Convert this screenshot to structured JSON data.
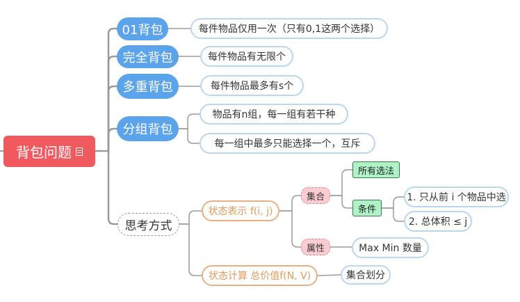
{
  "root": {
    "label": "背包问题",
    "icon": "note-icon"
  },
  "branches": {
    "zero_one": {
      "label": "01背包",
      "detail": "每件物品仅用一次（只有0,1这两个选择）"
    },
    "complete": {
      "label": "完全背包",
      "detail": "每件物品有无限个"
    },
    "multiple": {
      "label": "多重背包",
      "detail": "每件物品最多有s个"
    },
    "group": {
      "label": "分组背包",
      "details": [
        "物品有n组，每一组有若干种",
        "每一组中最多只能选择一个，互斥"
      ]
    }
  },
  "thinking": {
    "label": "思考方式",
    "state_repr": {
      "label": "状态表示 f(i, j)",
      "set": {
        "label": "集合",
        "all_choices": "所有选法",
        "condition": {
          "label": "条件",
          "items": [
            "1. 只从前 i 个物品中选",
            "2. 总体积 ≤ j"
          ]
        }
      },
      "attribute": {
        "label": "属性",
        "value": "Max  Min  数量"
      }
    },
    "state_calc": {
      "label": "状态计算 总价值f(N, V)",
      "method": "集合划分"
    }
  },
  "colors": {
    "root": "#f05a5e",
    "branch": "#5ba4ec",
    "leaf_border": "#b9d6f1",
    "orange": "#eab083",
    "pink": "#fbcdd3",
    "green": "#aef2c6",
    "line": "#9a9a9a"
  }
}
